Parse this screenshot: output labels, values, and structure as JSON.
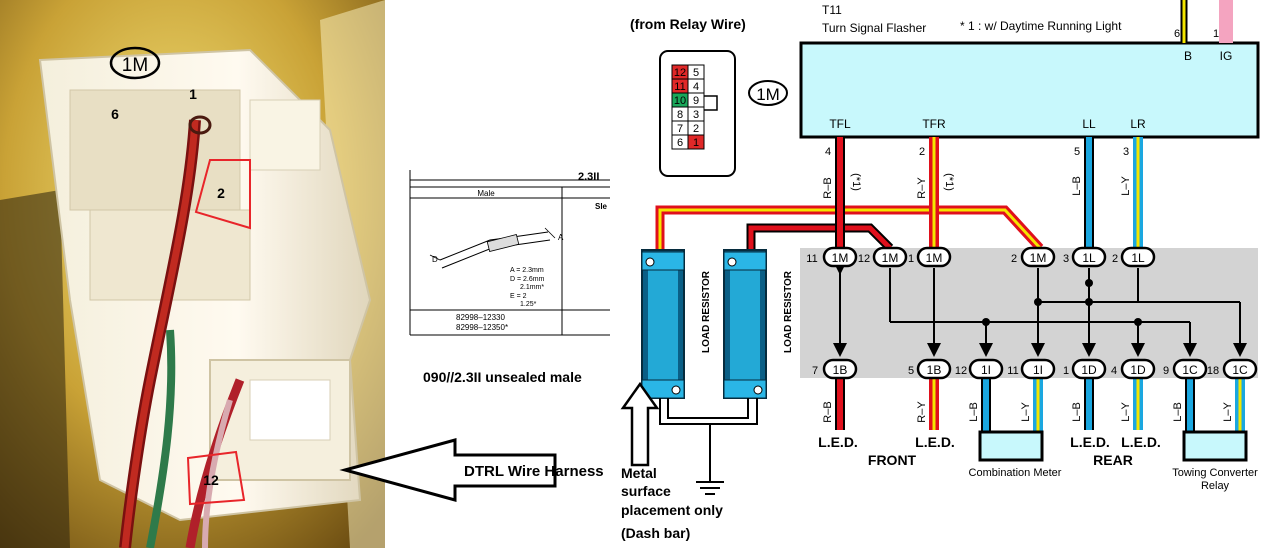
{
  "photo": {
    "plug_badge": "1M",
    "pin_6": "6",
    "pin_1": "1",
    "pin_2": "2",
    "pin_12": "12"
  },
  "arrow_label": "DTRL Wire Harness",
  "terminal_spec": {
    "size_header": "2.3II",
    "column_header": "Male",
    "column_side": "Sle",
    "label_a": "A",
    "label_d": "D",
    "dim_a": "A = 2.3mm",
    "dim_d": "D = 2.6mm",
    "dim_d2": "2.1mm*",
    "dim_e": "E = 2",
    "dim_e2": "1.25*",
    "part_1": "82998–12330",
    "part_2": "82998–12350*",
    "caption": "090//2.3II unsealed male"
  },
  "connector_view": {
    "title": "(from Relay Wire)",
    "badge": "1M",
    "pins": [
      "12",
      "5",
      "11",
      "4",
      "10",
      "9",
      "8",
      "3",
      "7",
      "2",
      "6",
      "1"
    ]
  },
  "flasher": {
    "code": "T11",
    "name": "Turn Signal Flasher",
    "note": "* 1 : w/ Daytime Running Light",
    "top_pins": [
      {
        "num": "6",
        "label": "B"
      },
      {
        "num": "1",
        "label": "IG"
      }
    ],
    "terminals": [
      {
        "name": "TFL",
        "pin": "4",
        "wire": "R–B",
        "note": "(*1)"
      },
      {
        "name": "TFR",
        "pin": "2",
        "wire": "R–Y",
        "note": "(*1)"
      },
      {
        "name": "LL",
        "pin": "5",
        "wire": "L–B"
      },
      {
        "name": "LR",
        "pin": "3",
        "wire": "L–Y"
      }
    ]
  },
  "resistors": {
    "label": "LOAD RESISTOR",
    "note_lines": [
      "Metal",
      "surface",
      "placement only",
      "(Dash bar)"
    ]
  },
  "junction": {
    "top_connectors": [
      {
        "pin": "11",
        "code": "1M"
      },
      {
        "pin": "12",
        "code": "1M"
      },
      {
        "pin": "1",
        "code": "1M"
      },
      {
        "pin": "2",
        "code": "1M"
      },
      {
        "pin": "3",
        "code": "1L"
      },
      {
        "pin": "2",
        "code": "1L"
      }
    ],
    "bottom_connectors": [
      {
        "pin": "7",
        "code": "1B",
        "wire": "R–B"
      },
      {
        "pin": "5",
        "code": "1B",
        "wire": "R–Y"
      },
      {
        "pin": "12",
        "code": "1I",
        "wire": "L–B"
      },
      {
        "pin": "11",
        "code": "1I",
        "wire": "L–Y"
      },
      {
        "pin": "1",
        "code": "1D",
        "wire": "L–B"
      },
      {
        "pin": "4",
        "code": "1D",
        "wire": "L–Y"
      },
      {
        "pin": "9",
        "code": "1C",
        "wire": "L–B"
      },
      {
        "pin": "18",
        "code": "1C",
        "wire": "L–Y"
      }
    ]
  },
  "outputs": {
    "led": "L.E.D.",
    "front": "FRONT",
    "rear": "REAR",
    "combination_meter": "Combination Meter",
    "towing_1": "Towing Converter",
    "towing_2": "Relay"
  },
  "colors": {
    "flasher_box": "#c8f8fc",
    "junction_box": "#d3d3d3",
    "red": "#e0101c",
    "yellow": "#f4e600",
    "blue": "#1aa7e0",
    "resistor": "#23a9d6",
    "pink": "#f4a4c0",
    "pin_red": "#e02828",
    "pin_green": "#19a85a"
  }
}
